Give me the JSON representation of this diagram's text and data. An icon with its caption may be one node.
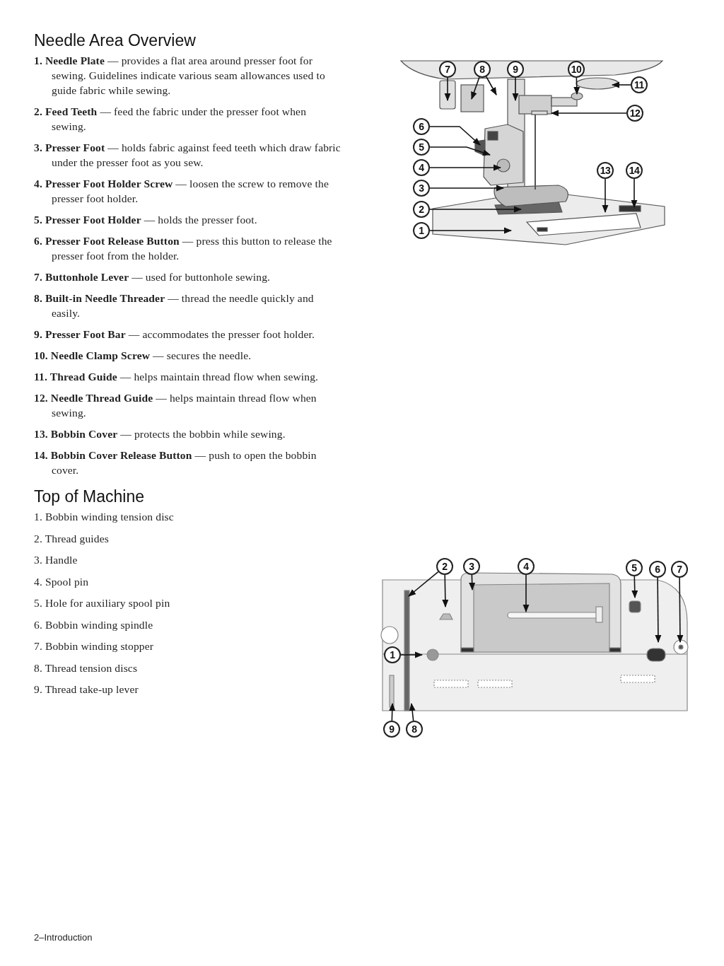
{
  "diagram": {
    "nodes": [
      {
        "text": [
          "7"
        ]
      },
      {
        "text": [
          "8"
        ]
      },
      {
        "text": [
          "9"
        ]
      },
      {
        "text": [
          "10"
        ]
      },
      {
        "text": [
          "11"
        ]
      },
      {
        "text": [
          "12"
        ]
      },
      {
        "text": [
          "6"
        ]
      },
      {
        "text": [
          "5"
        ]
      },
      {
        "text": [
          "4"
        ]
      },
      {
        "text": [
          "3"
        ]
      },
      {
        "text": [
          "2"
        ]
      },
      {
        "text": [
          "1"
        ]
      },
      {
        "text": [
          "13"
        ]
      },
      {
        "text": [
          "14"
        ]
      },
      {
        "text": [
          "2"
        ]
      },
      {
        "text": [
          "3"
        ]
      },
      {
        "text": [
          "4"
        ]
      },
      {
        "text": [
          "5"
        ]
      },
      {
        "text": [
          "6"
        ]
      },
      {
        "text": [
          "7"
        ]
      },
      {
        "text": [
          "1"
        ]
      },
      {
        "text": [
          "9"
        ]
      },
      {
        "text": [
          "8"
        ]
      }
    ],
    "edges": [
      {
        "from": 0,
        "to": null,
        "arrow": "to"
      },
      {
        "from": 1,
        "to": null,
        "arrow": "to"
      },
      {
        "from": 1,
        "to": null,
        "arrow": "to"
      },
      {
        "from": 2,
        "to": null,
        "arrow": "to"
      },
      {
        "from": 3,
        "to": null,
        "arrow": "to"
      },
      {
        "from": 4,
        "to": null,
        "arrow": "to"
      },
      {
        "from": 5,
        "to": null,
        "arrow": "to"
      },
      {
        "from": 6,
        "to": null,
        "arrow": "to"
      },
      {
        "from": 7,
        "to": null,
        "arrow": "to"
      },
      {
        "from": 8,
        "to": null,
        "arrow": "to"
      },
      {
        "from": 9,
        "to": null,
        "arrow": "to"
      },
      {
        "from": 10,
        "to": null,
        "arrow": "to"
      },
      {
        "from": 11,
        "to": null,
        "arrow": "to"
      },
      {
        "from": 12,
        "to": null,
        "arrow": "to"
      },
      {
        "from": 13,
        "to": null,
        "arrow": "to"
      },
      {
        "from": 14,
        "to": null,
        "arrow": "to"
      },
      {
        "from": 14,
        "to": null,
        "arrow": "to"
      },
      {
        "from": 15,
        "to": null,
        "arrow": "to"
      },
      {
        "from": 16,
        "to": null,
        "arrow": "to"
      },
      {
        "from": 17,
        "to": null,
        "arrow": "to"
      },
      {
        "from": 18,
        "to": null,
        "arrow": "to"
      },
      {
        "from": 19,
        "to": null,
        "arrow": "to"
      },
      {
        "from": 20,
        "to": null,
        "arrow": "to"
      },
      {
        "from": 21,
        "to": null,
        "arrow": "to"
      },
      {
        "from": 22,
        "to": null,
        "arrow": "to"
      }
    ],
    "labels": [
      "Needle Area Overview",
      "**1. Needle Plate** — provides a flat area around presser foot for sewing. Guidelines indicate various seam allowances used to guide fabric while sewing.",
      "**2. Feed Teeth** — feed the fabric under the presser foot when sewing.",
      "**3. Presser Foot** — holds fabric against feed teeth which draw fabric under the presser foot as you sew.",
      "**4. Presser Foot Holder Screw** — loosen the screw to remove the presser foot holder.",
      "**5. Presser Foot Holder** — holds the presser foot.",
      "**6. Presser Foot Release Button** — press this button to release the presser foot from the holder.",
      "**7. Buttonhole Lever** — used for buttonhole sewing.",
      "**8. Built-in Needle Threader** — thread the needle quickly and easily.",
      "**9. Presser Foot Bar** — accommodates the presser foot holder.",
      "**10. Needle Clamp Screw** — secures the needle.",
      "**11. Thread Guide** — helps maintain thread flow when sewing.",
      "**12. Needle Thread Guide** — helps maintain thread flow when sewing.",
      "**13. Bobbin Cover** — protects the bobbin while sewing.",
      "**14. Bobbin Cover Release Button** — push to open the bobbin cover.",
      "Top of Machine",
      "1. Bobbin winding tension disc",
      "2. Thread guides",
      "3. Handle",
      "4. Spool pin",
      "5. Hole for auxiliary spool pin",
      "6. Bobbin winding spindle",
      "7. Bobbin winding stopper",
      "8. Thread tension discs",
      "9. Thread take-up lever",
      "2–Introduction"
    ]
  }
}
